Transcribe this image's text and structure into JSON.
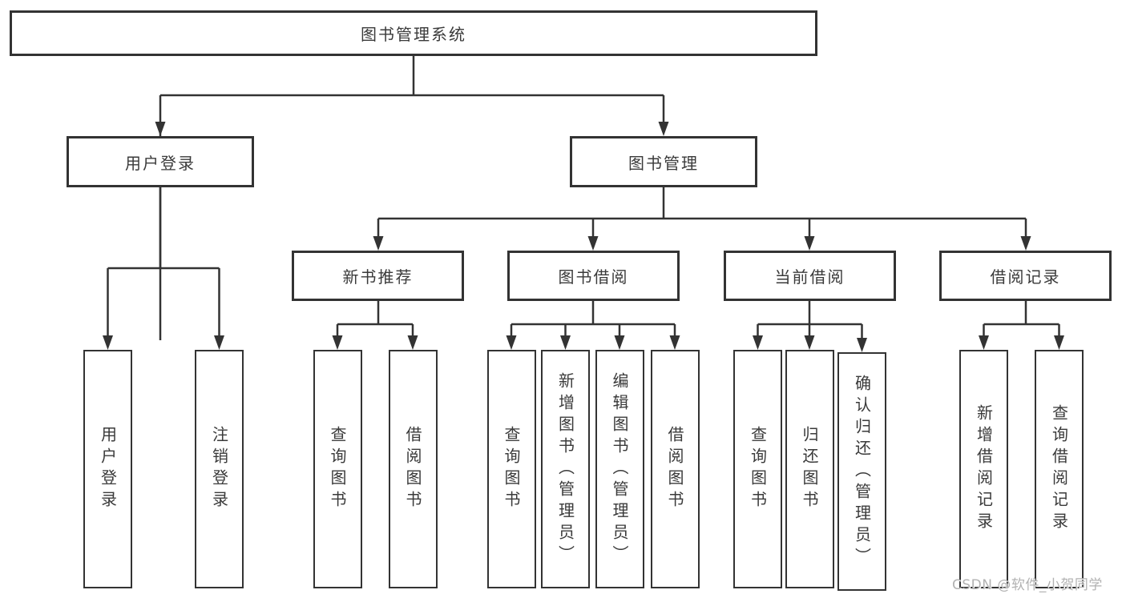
{
  "diagram": {
    "title": "图书管理系统",
    "level2": [
      "用户登录",
      "图书管理"
    ],
    "level3": [
      "新书推荐",
      "图书借阅",
      "当前借阅",
      "借阅记录"
    ],
    "leaves_user_login": [
      "用户登录",
      "注销登录"
    ],
    "leaves_new_book": [
      "查询图书",
      "借阅图书"
    ],
    "leaves_book_borrow": [
      "查询图书",
      "新增图书（管理员）",
      "编辑图书（管理员）",
      "借阅图书"
    ],
    "leaves_current_borrow": [
      "查询图书",
      "归还图书",
      "确认归还（管理员）"
    ],
    "leaves_borrow_record": [
      "新增借阅记录",
      "查询借阅记录"
    ]
  },
  "watermark": "CSDN @软件_小贺同学",
  "colors": {
    "line": "#333333",
    "box_border": "#333333",
    "text": "#3a3a3a",
    "watermark": "#b2b2b2",
    "background": "#ffffff"
  }
}
